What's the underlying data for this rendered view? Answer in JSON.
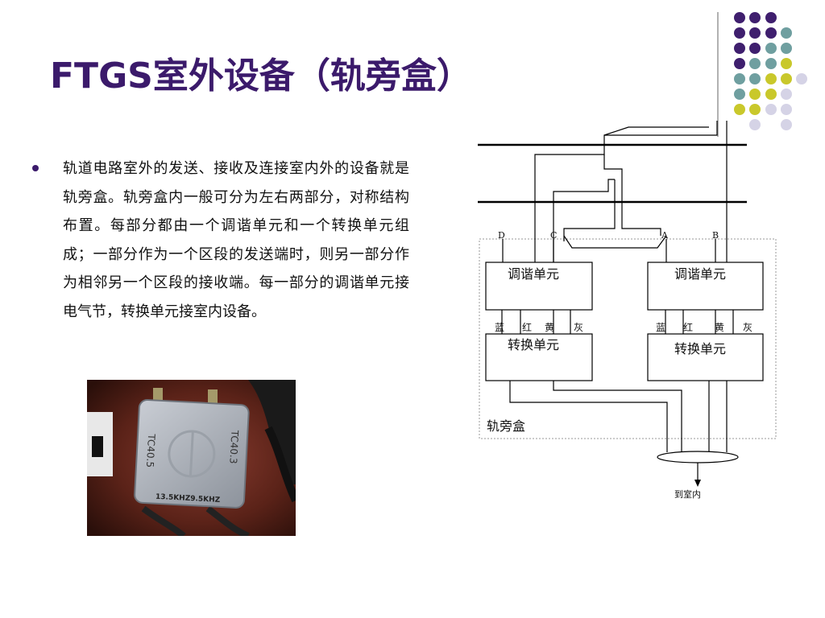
{
  "slide": {
    "title": "FTGS室外设备（轨旁盒）",
    "body": "轨道电路室外的发送、接收及连接室内外的设备就是轨旁盒。轨旁盒内一般可分为左右两部分，对称结构布置。每部分都由一个调谐单元和一个转换单元组成；一部分作为一个区段的发送端时，则另一部分作为相邻另一个区段的接收端。每一部分的调谐单元接电气节，转换单元接室内设备。"
  },
  "photo": {
    "label_left": "TC40.5",
    "label_right": "TC40.3",
    "freq_label": "13.5KHZ9.5KHZ"
  },
  "diagram": {
    "terminal_labels": [
      "D",
      "C",
      "A",
      "B"
    ],
    "tuning_unit": "调谐单元",
    "conversion_unit": "转换单元",
    "wire_colors": [
      "蓝",
      "红",
      "黄",
      "灰"
    ],
    "box_label": "轨旁盒",
    "to_indoor": "到室内"
  },
  "colors": {
    "title": "#3b1a6b",
    "dot_purple": "#3f1f6e",
    "dot_teal": "#6f9fa0",
    "dot_yellow": "#c9c82b",
    "dot_lavender": "#d5d3e6"
  }
}
